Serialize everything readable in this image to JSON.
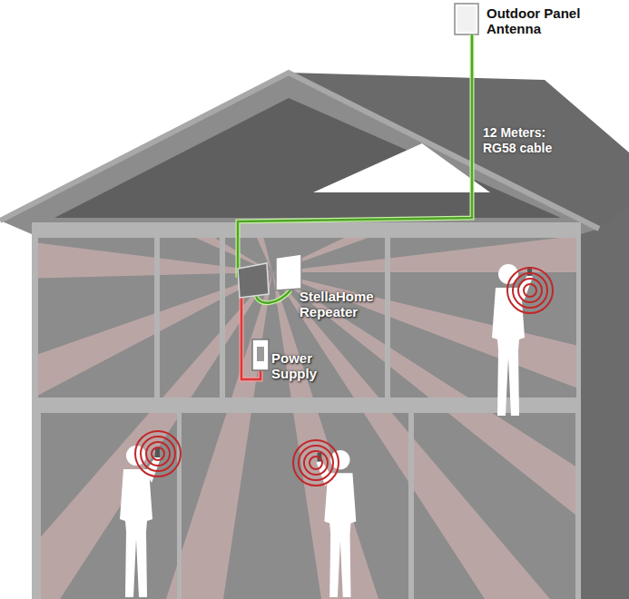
{
  "diagram": {
    "nodes": [
      {
        "text": [
          "Outdoor Panel Antenna"
        ]
      },
      {
        "text": [
          "StellaHome Repeater"
        ]
      },
      {
        "text": [
          "Power Supply"
        ]
      }
    ],
    "edges": [
      {
        "from": 0,
        "to": 1,
        "arrow": "none",
        "label": "12 Meters: RG58 cable"
      },
      {
        "from": 1,
        "to": 2,
        "arrow": "none"
      }
    ]
  }
}
